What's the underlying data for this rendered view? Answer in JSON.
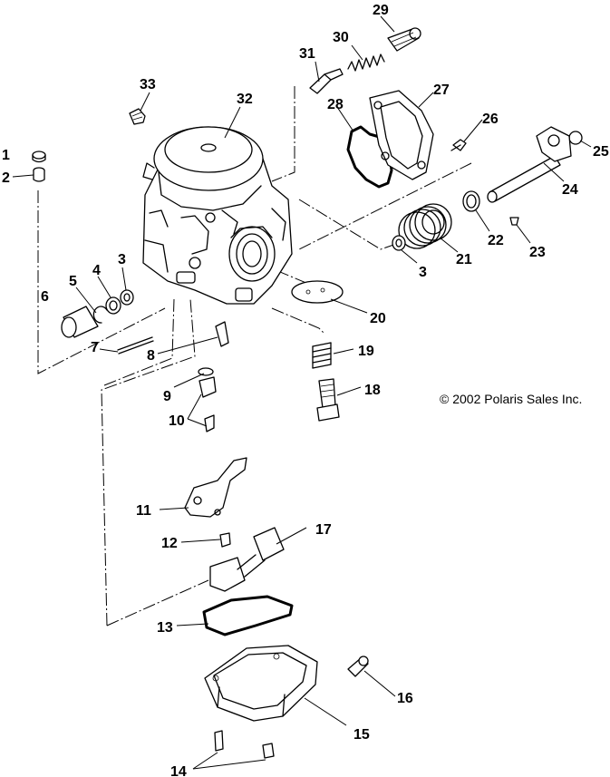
{
  "copyright": "© 2002 Polaris Sales Inc.",
  "callouts": [
    {
      "id": "1",
      "label": "1"
    },
    {
      "id": "2",
      "label": "2"
    },
    {
      "id": "3a",
      "label": "3"
    },
    {
      "id": "3b",
      "label": "3"
    },
    {
      "id": "4",
      "label": "4"
    },
    {
      "id": "5",
      "label": "5"
    },
    {
      "id": "6",
      "label": "6"
    },
    {
      "id": "7",
      "label": "7"
    },
    {
      "id": "8",
      "label": "8"
    },
    {
      "id": "9",
      "label": "9"
    },
    {
      "id": "10",
      "label": "10"
    },
    {
      "id": "11",
      "label": "11"
    },
    {
      "id": "12",
      "label": "12"
    },
    {
      "id": "13",
      "label": "13"
    },
    {
      "id": "14",
      "label": "14"
    },
    {
      "id": "15",
      "label": "15"
    },
    {
      "id": "16",
      "label": "16"
    },
    {
      "id": "17",
      "label": "17"
    },
    {
      "id": "18",
      "label": "18"
    },
    {
      "id": "19",
      "label": "19"
    },
    {
      "id": "20",
      "label": "20"
    },
    {
      "id": "21",
      "label": "21"
    },
    {
      "id": "22",
      "label": "22"
    },
    {
      "id": "23",
      "label": "23"
    },
    {
      "id": "24",
      "label": "24"
    },
    {
      "id": "25",
      "label": "25"
    },
    {
      "id": "26",
      "label": "26"
    },
    {
      "id": "27",
      "label": "27"
    },
    {
      "id": "28",
      "label": "28"
    },
    {
      "id": "29",
      "label": "29"
    },
    {
      "id": "30",
      "label": "30"
    },
    {
      "id": "31",
      "label": "31"
    },
    {
      "id": "32",
      "label": "32"
    },
    {
      "id": "33",
      "label": "33"
    }
  ]
}
